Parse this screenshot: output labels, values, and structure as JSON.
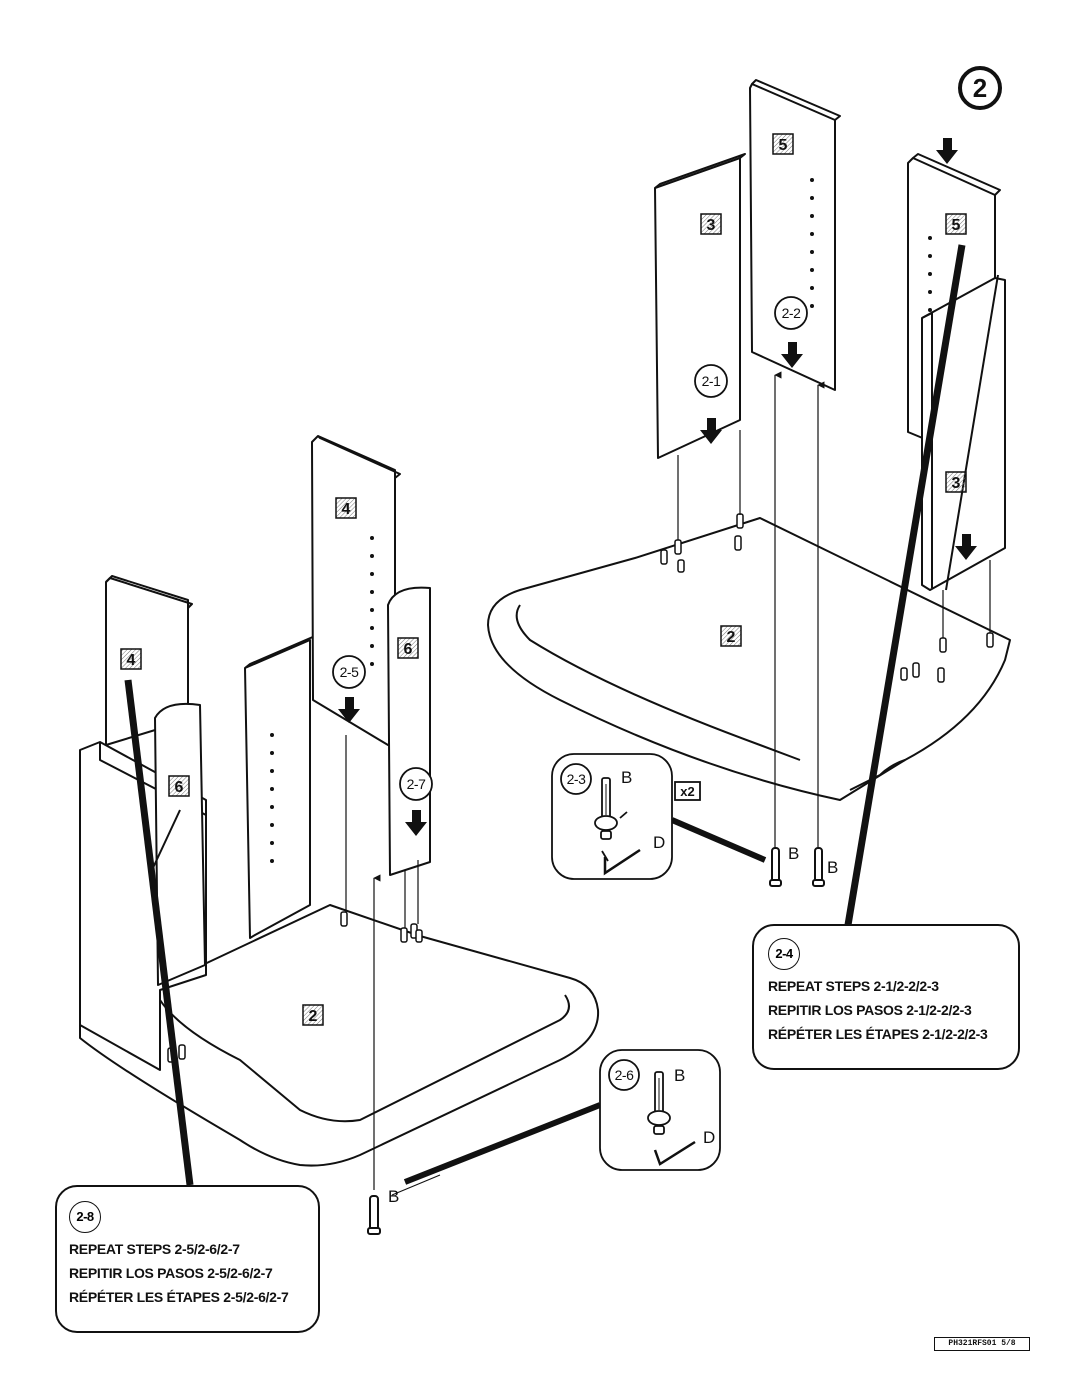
{
  "step_number": "2",
  "parts": {
    "panel_3": "3",
    "panel_5": "5",
    "panel_4": "4",
    "panel_6": "6",
    "base_2": "2"
  },
  "step_badges": {
    "s2_1": "2-1",
    "s2_2": "2-2",
    "s2_3": "2-3",
    "s2_5": "2-5",
    "s2_6": "2-6",
    "s2_7": "2-7"
  },
  "hardware": {
    "bolt": "B",
    "hex_key": "D",
    "quantity": "x2"
  },
  "callout_2_4": {
    "badge": "2-4",
    "lines": [
      "REPEAT STEPS 2-1/2-2/2-3",
      "REPITIR LOS PASOS 2-1/2-2/2-3",
      "RÉPÉTER LES ÉTAPES 2-1/2-2/2-3"
    ]
  },
  "callout_2_8": {
    "badge": "2-8",
    "lines": [
      "REPEAT STEPS 2-5/2-6/2-7",
      "REPITIR LOS PASOS 2-5/2-6/2-7",
      "RÉPÉTER LES ÉTAPES 2-5/2-6/2-7"
    ]
  },
  "doc_ref": "PH321RFS01   5/8"
}
